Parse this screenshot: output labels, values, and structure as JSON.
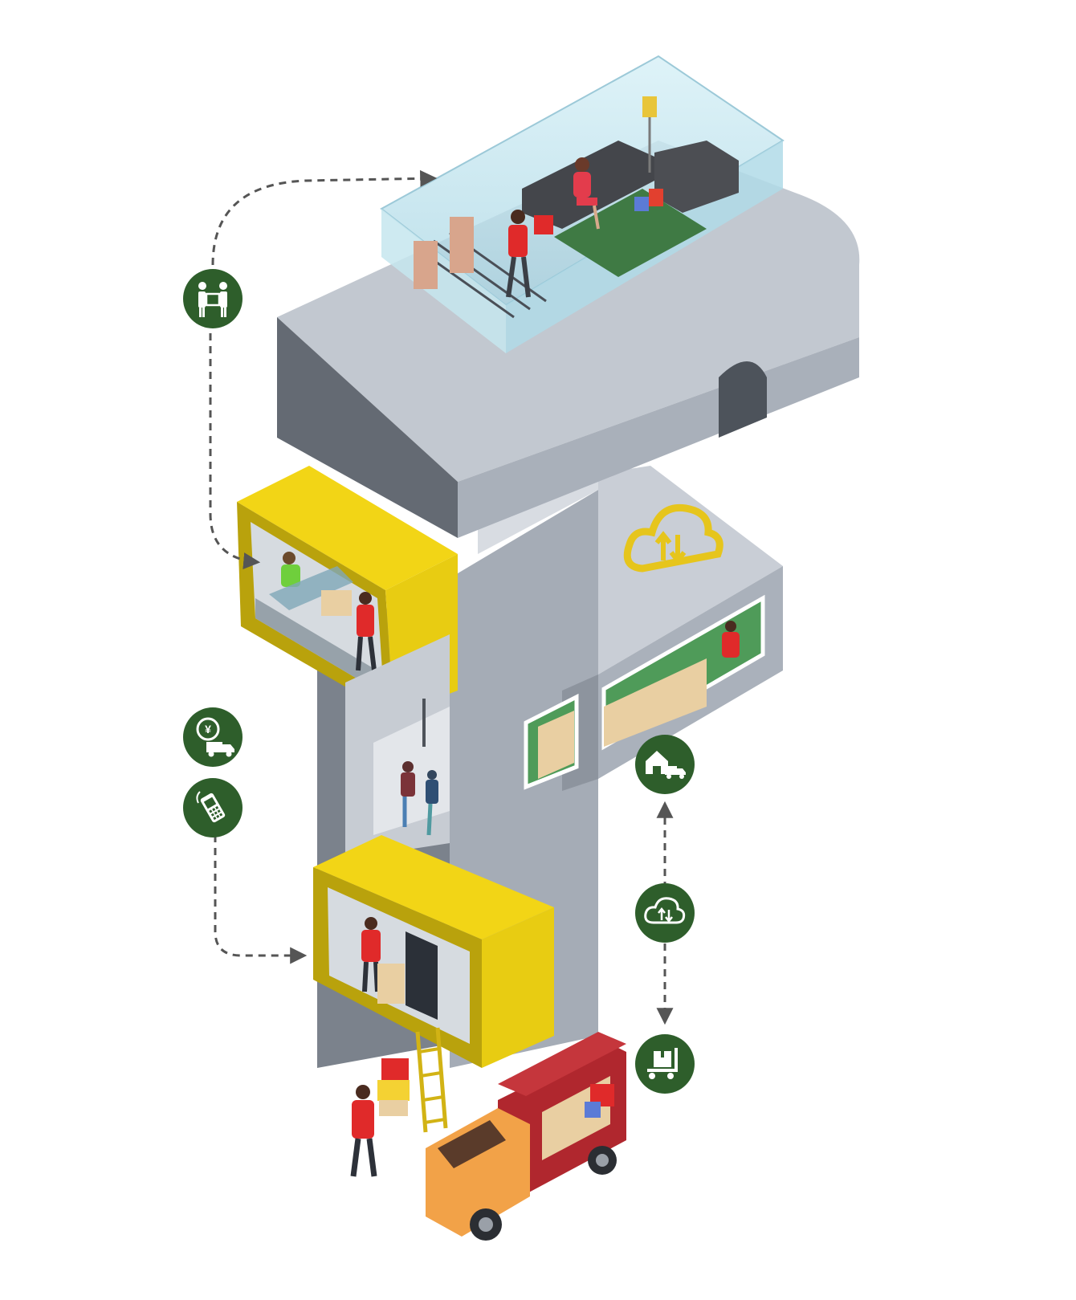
{
  "colors": {
    "background": "#ffffff",
    "badge_green": "#2e5e2b",
    "badge_icon": "#ffffff",
    "building_top": "#c9ced6",
    "building_front": "#9aa1ab",
    "building_side": "#6e747d",
    "accent_yellow": "#f2d516",
    "yellow_dark": "#b9a20c",
    "glass": "#bfe3ee",
    "staff_red": "#e02a2a",
    "van_orange": "#f2a248",
    "van_red": "#b0272e",
    "box": "#e9cfa2",
    "arrow": "#555555"
  },
  "icons": {
    "badge_top_left": "people-carrying-box-icon",
    "badge_mid_left_1": "yuan-clock-delivery-truck-icon",
    "badge_mid_left_2": "mobile-phone-icon",
    "badge_right_1": "warehouse-truck-icon",
    "badge_right_2": "cloud-upload-download-icon",
    "badge_right_3": "package-on-cart-icon",
    "building_sign": "cloud-upload-download-icon"
  },
  "scenes": [
    "living-room-delivery",
    "office-delivery",
    "elevator",
    "building-lobby-delivery",
    "warehouse",
    "delivery-van"
  ]
}
